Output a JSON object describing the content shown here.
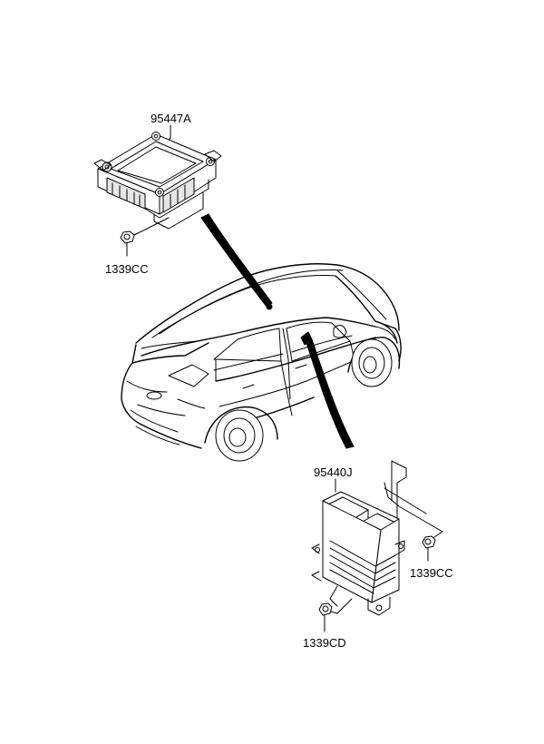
{
  "diagram": {
    "labels": {
      "module_top": "95447A",
      "nut_top": "1339CC",
      "module_bottom": "95440J",
      "nut_bottom_right": "1339CC",
      "nut_bottom_left": "1339CD"
    },
    "colors": {
      "line": "#000000",
      "background": "#ffffff",
      "shade": "#e6e6e6"
    }
  }
}
